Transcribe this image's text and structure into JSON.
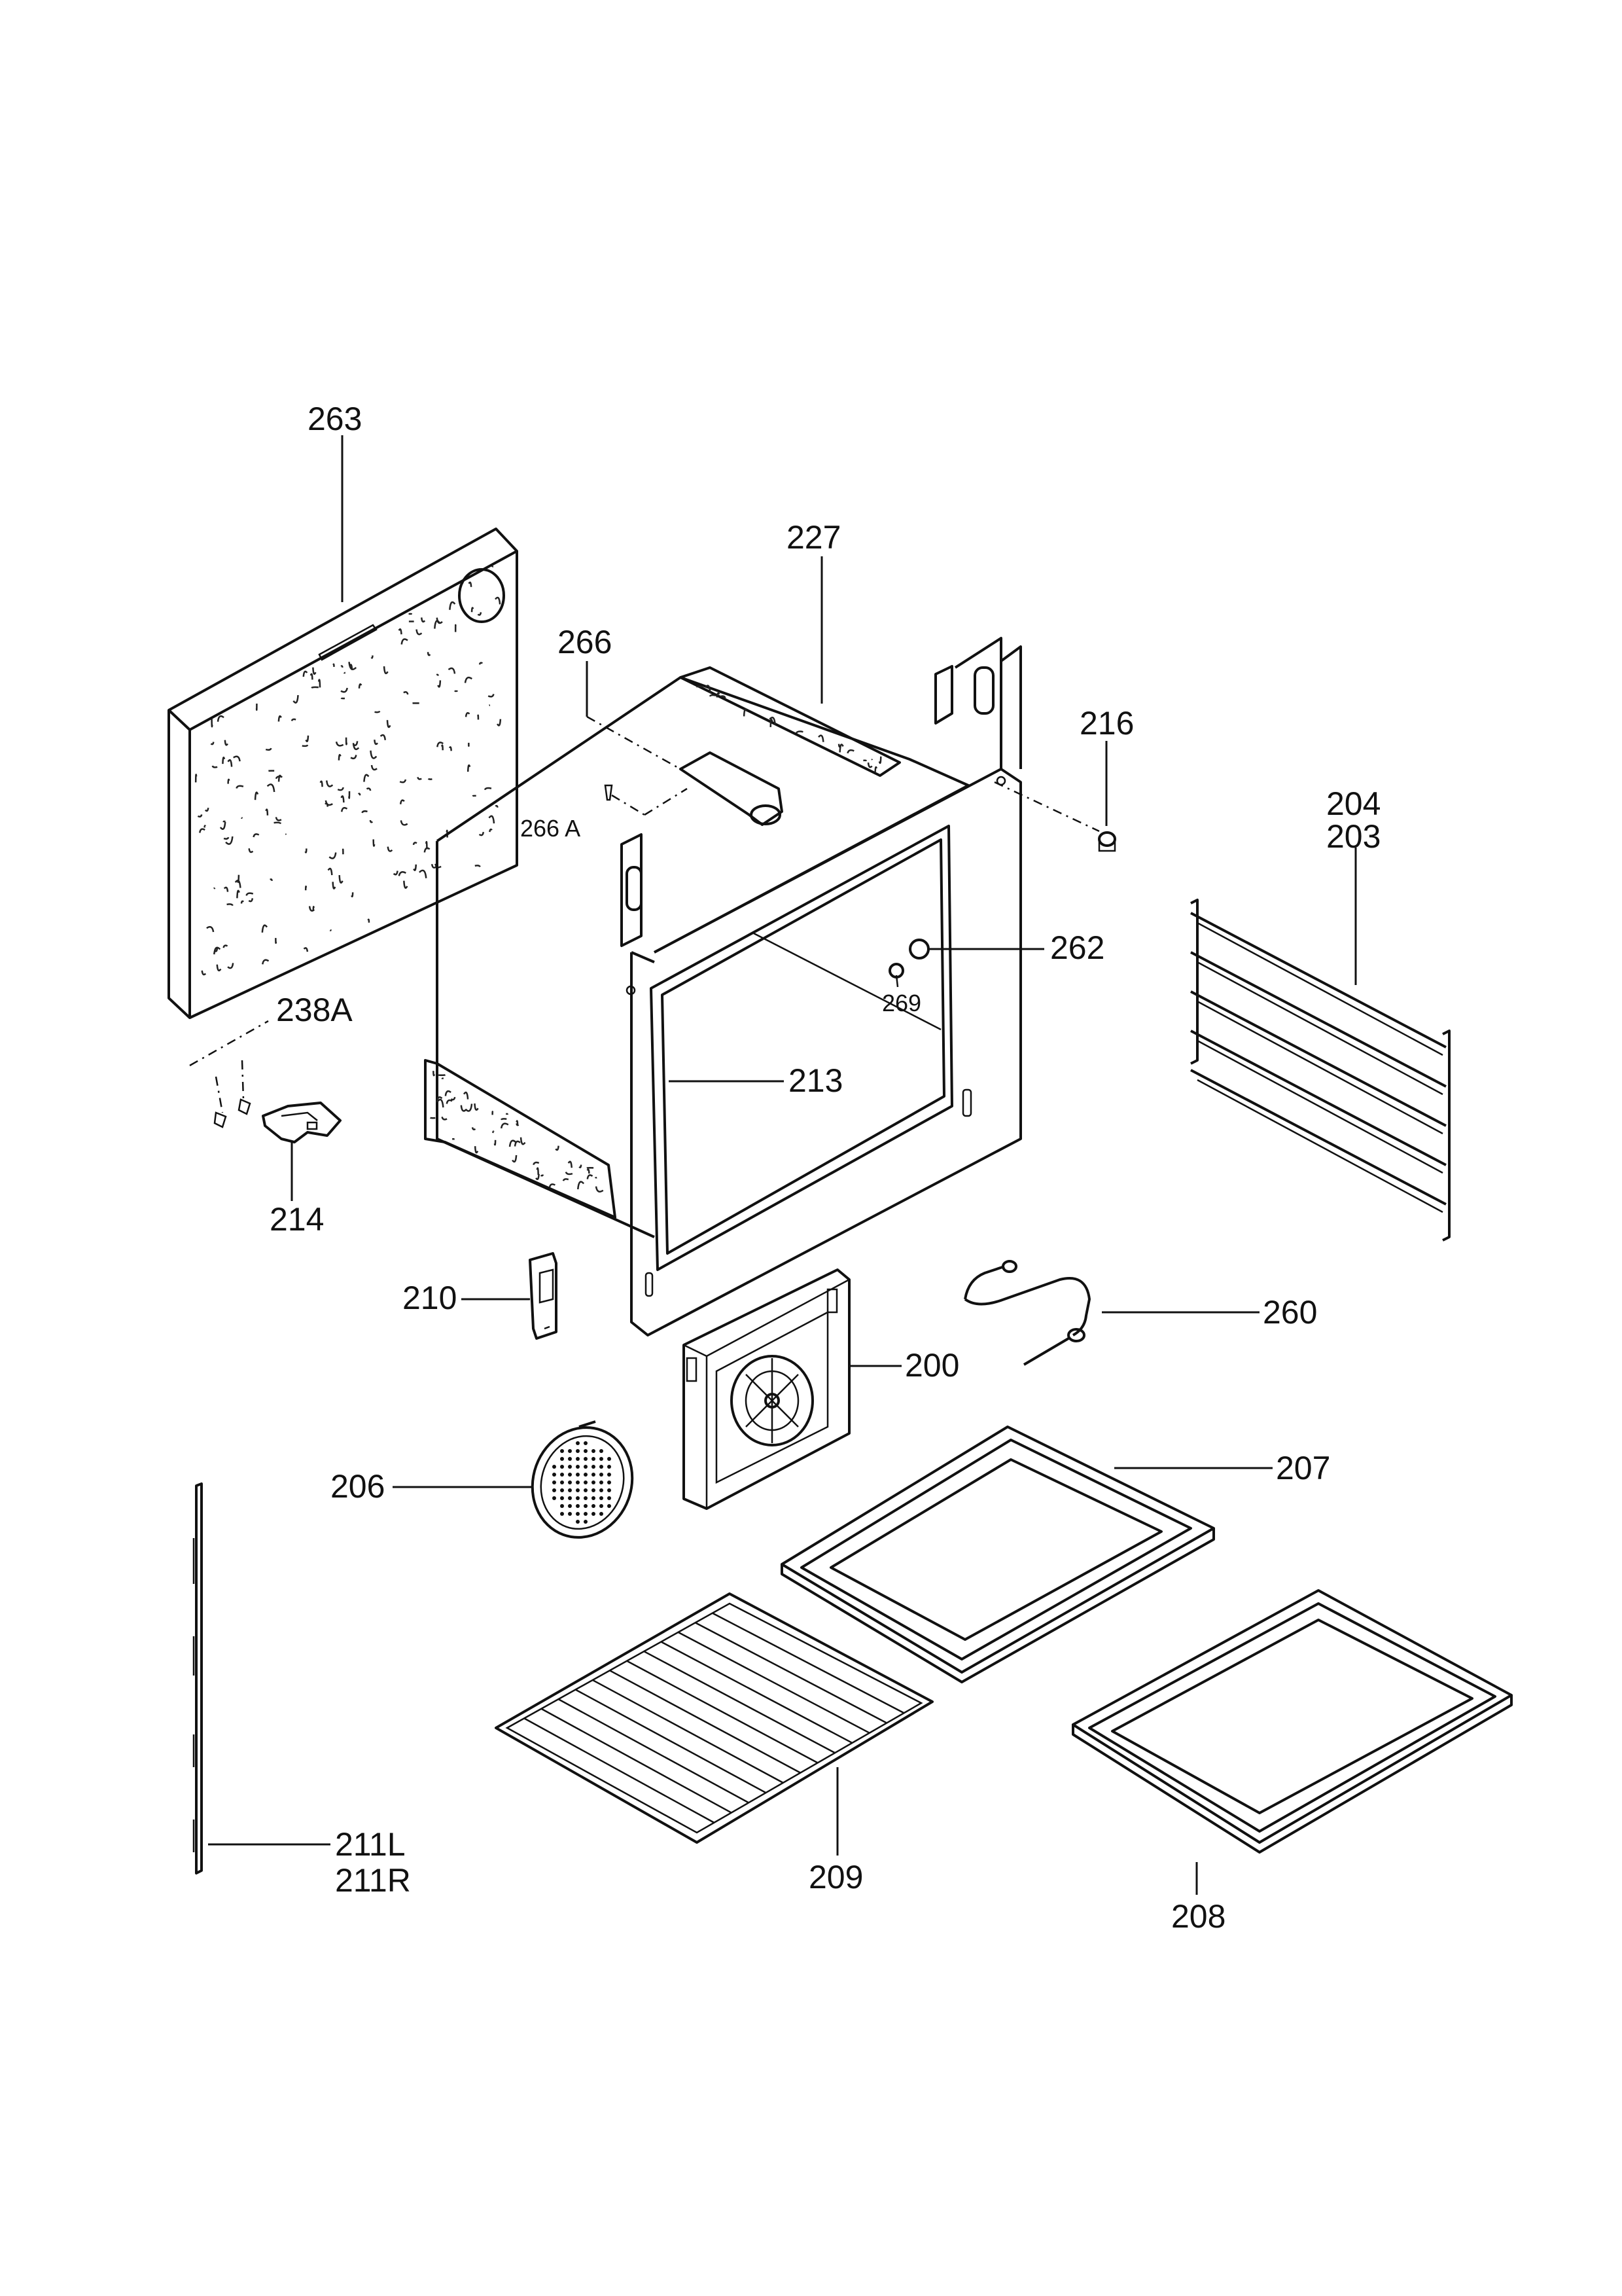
{
  "labels": {
    "p263": "263",
    "p227": "227",
    "p266": "266",
    "p266A": "266 A",
    "p216": "216",
    "p204": "204",
    "p203": "203",
    "p262": "262",
    "p269": "269",
    "p238A": "238A",
    "p213": "213",
    "p214": "214",
    "p210": "210",
    "p260": "260",
    "p200": "200",
    "p206": "206",
    "p207": "207",
    "p211L": "211L",
    "p211R": "211R",
    "p209": "209",
    "p208": "208"
  }
}
